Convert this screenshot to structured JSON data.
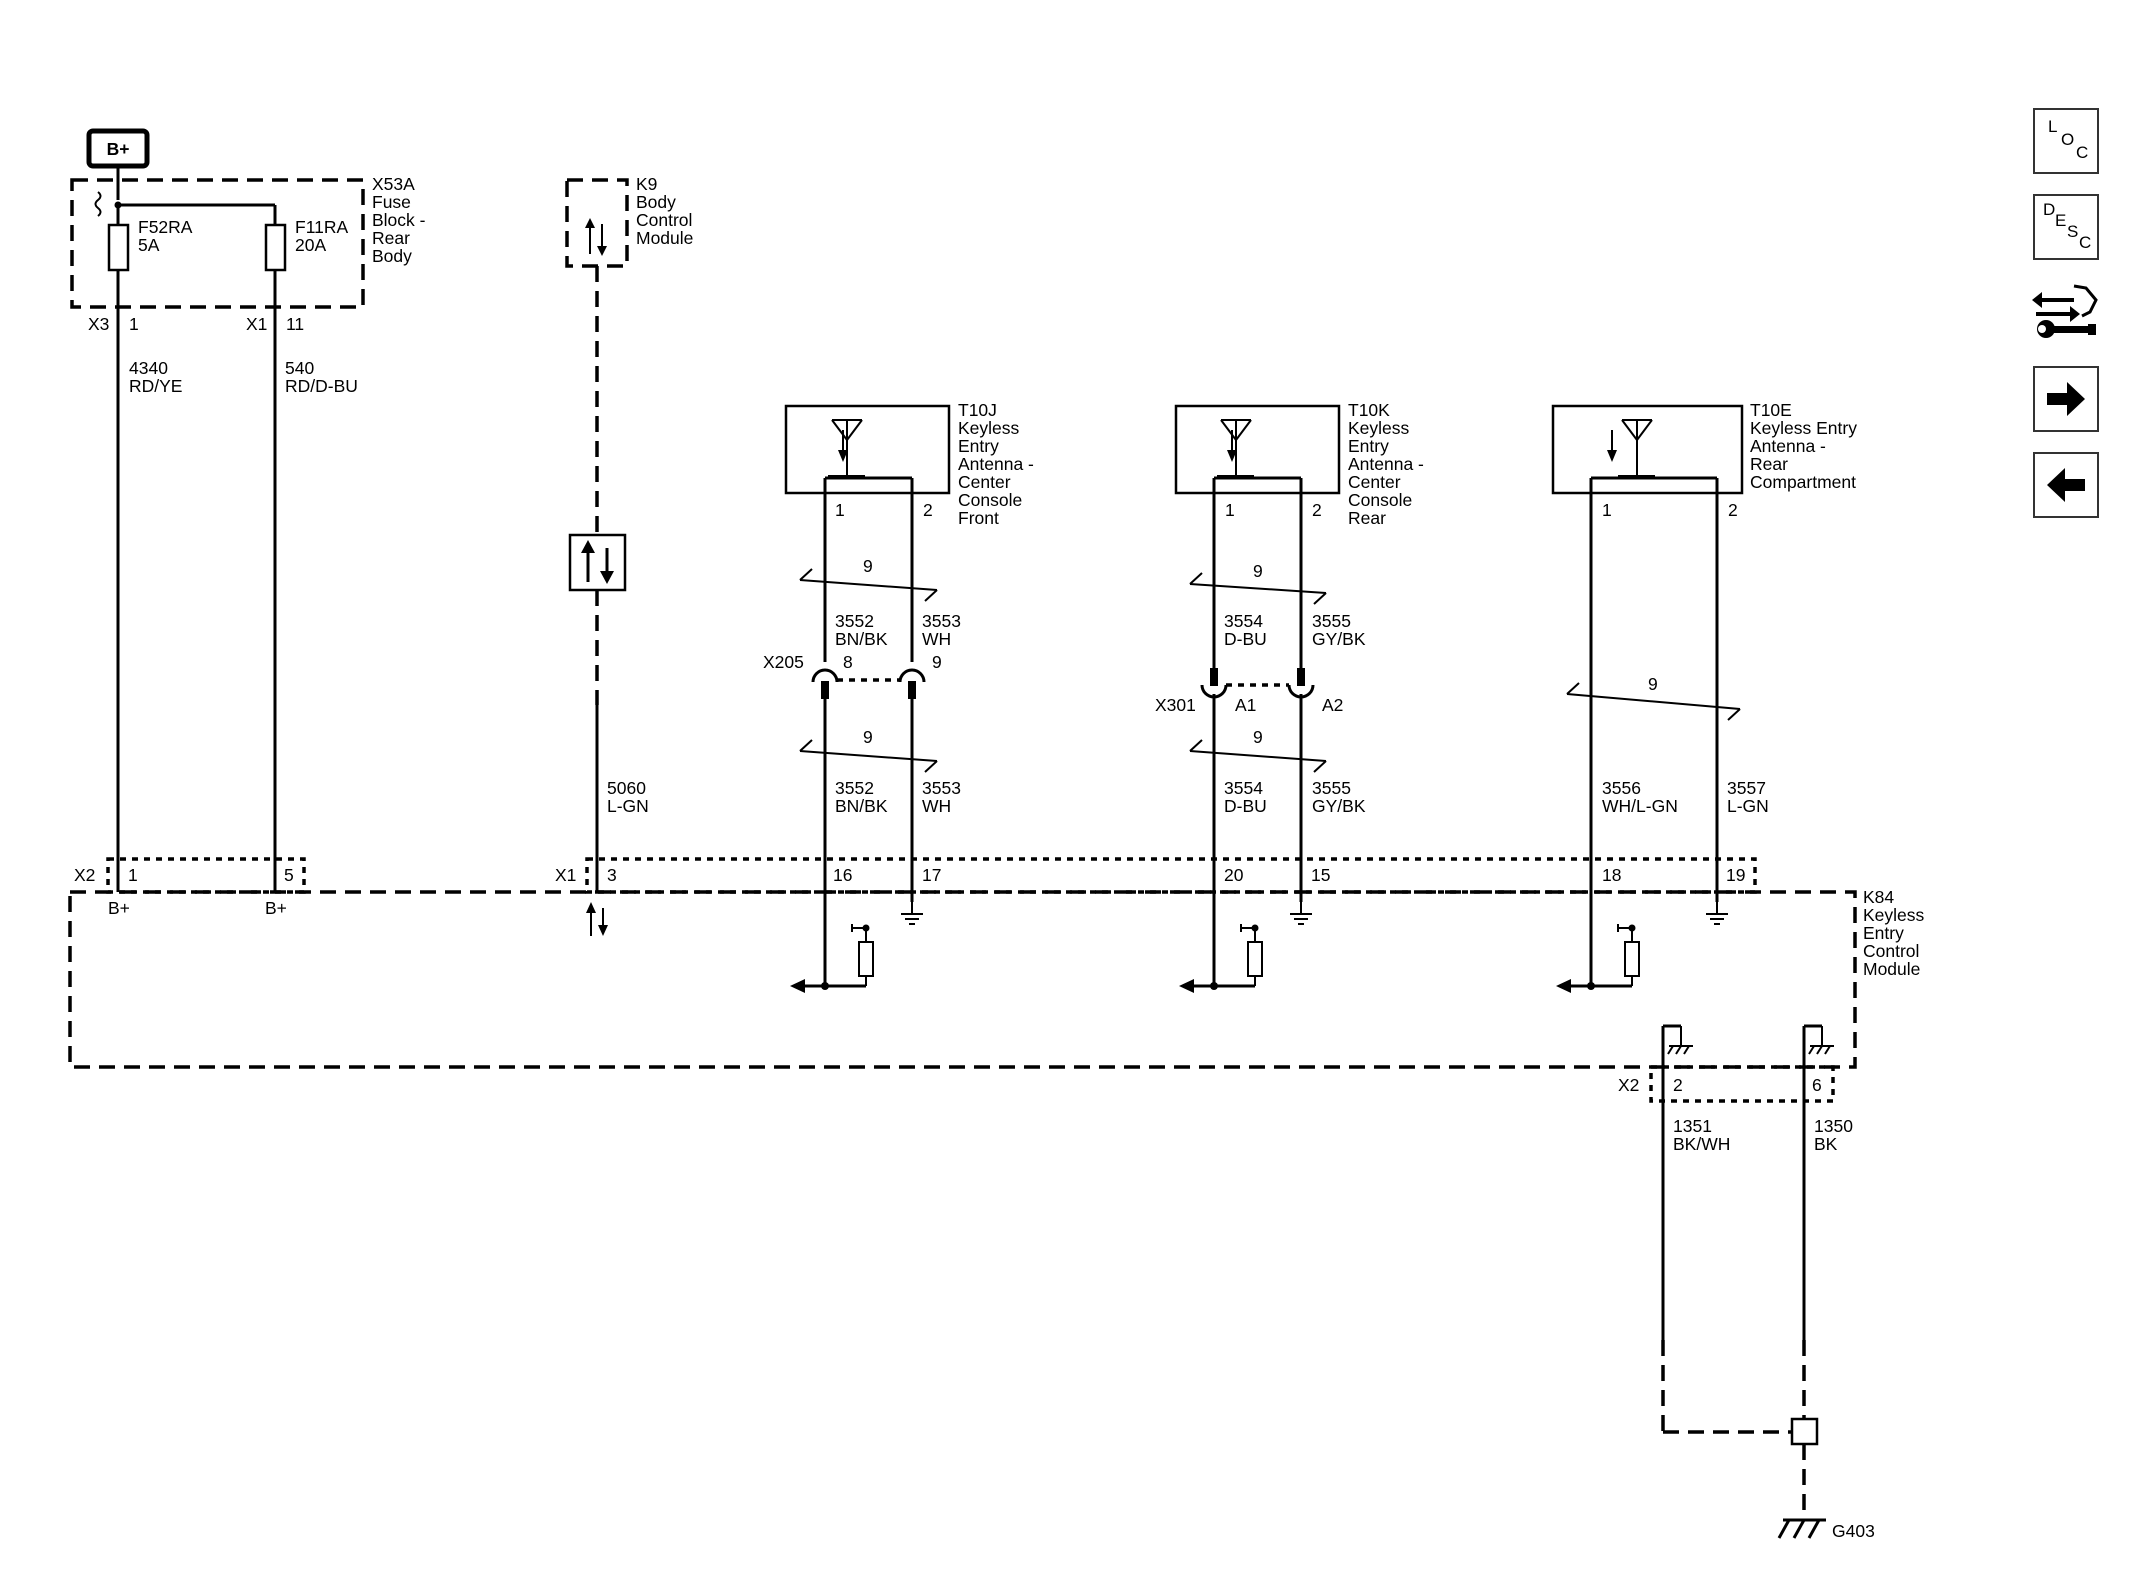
{
  "nav": {
    "loc_letters": [
      "L",
      "O",
      "C"
    ],
    "desc_letters": [
      "D",
      "E",
      "S",
      "C"
    ],
    "items": [
      "loc-button",
      "desc-button",
      "connector-tool-button",
      "next-button",
      "previous-button"
    ]
  },
  "power": {
    "bplus": "B+"
  },
  "fuse_block": {
    "name_lines": [
      "X53A",
      "Fuse",
      "Block -",
      "Rear",
      "Body"
    ],
    "fuse1": {
      "name": "F52RA",
      "rating": "5A"
    },
    "fuse2": {
      "name": "F11RA",
      "rating": "20A"
    },
    "conn1": "X3",
    "pin1": "1",
    "conn2": "X1",
    "pin2": "11"
  },
  "bcm": {
    "name_lines": [
      "K9",
      "Body",
      "Control",
      "Module"
    ]
  },
  "wires": {
    "w4340": {
      "circuit": "4340",
      "color": "RD/YE"
    },
    "w540": {
      "circuit": "540",
      "color": "RD/D-BU"
    },
    "w5060": {
      "circuit": "5060",
      "color": "L-GN"
    },
    "w3552": {
      "circuit": "3552",
      "color": "BN/BK"
    },
    "w3553": {
      "circuit": "3553",
      "color": "WH"
    },
    "w3554": {
      "circuit": "3554",
      "color": "D-BU"
    },
    "w3555": {
      "circuit": "3555",
      "color": "GY/BK"
    },
    "w3556": {
      "circuit": "3556",
      "color": "WH/L-GN"
    },
    "w3557": {
      "circuit": "3557",
      "color": "L-GN"
    },
    "w1351": {
      "circuit": "1351",
      "color": "BK/WH"
    },
    "w1350": {
      "circuit": "1350",
      "color": "BK"
    }
  },
  "twist_label": "9",
  "antennas": {
    "t10j": {
      "name_lines": [
        "T10J",
        "Keyless",
        "Entry",
        "Antenna -",
        "Center",
        "Console",
        "Front"
      ],
      "pin1": "1",
      "pin2": "2"
    },
    "t10k": {
      "name_lines": [
        "T10K",
        "Keyless",
        "Entry",
        "Antenna -",
        "Center",
        "Console",
        "Rear"
      ],
      "pin1": "1",
      "pin2": "2"
    },
    "t10e": {
      "name_lines": [
        "T10E",
        "Keyless Entry",
        "Antenna -",
        "Rear",
        "Compartment"
      ],
      "pin1": "1",
      "pin2": "2"
    }
  },
  "inline_connectors": {
    "x205": {
      "name": "X205",
      "pin_a": "8",
      "pin_b": "9"
    },
    "x301": {
      "name": "X301",
      "pin_a": "A1",
      "pin_b": "A2"
    }
  },
  "module": {
    "name_lines": [
      "K84",
      "Keyless",
      "Entry",
      "Control",
      "Module"
    ],
    "x2_left": {
      "conn": "X2",
      "pin_a": "1",
      "pin_b": "5"
    },
    "x1": {
      "conn": "X1",
      "pins": [
        "3",
        "16",
        "17",
        "20",
        "15",
        "18",
        "19"
      ]
    },
    "bplus_a": "B+",
    "bplus_b": "B+",
    "x2_bottom": {
      "conn": "X2",
      "pin_a": "2",
      "pin_b": "6"
    }
  },
  "ground": {
    "name": "G403"
  }
}
